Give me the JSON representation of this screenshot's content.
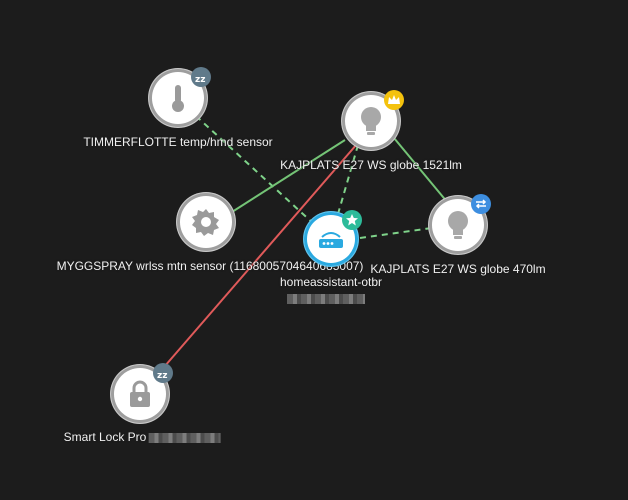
{
  "colors": {
    "background": "#1c1c1c",
    "edge_good": "#74c476",
    "edge_bad": "#e05a5a",
    "edge_secondary": "#7fd38a",
    "router_ring": "#2aa9e0",
    "crown_badge": "#f4c20d",
    "star_badge": "#2dbb9a",
    "route_badge": "#3d8ee0",
    "sleep_badge": "#607a8a"
  },
  "nodes": {
    "temp_sensor": {
      "label": "TIMMERFLOTTE temp/hmd sensor",
      "icon": "thermometer-icon",
      "badge": "sleep-zzz-icon"
    },
    "bulb_1521": {
      "label": "KAJPLATS E27 WS globe 1521lm",
      "icon": "lightbulb-icon",
      "badge": "crown-icon"
    },
    "motion_sensor": {
      "label": "MYGGSPRAY wrlss mtn sensor (1168005704640685007)",
      "icon": "motion-sensor-icon",
      "badge": ""
    },
    "router": {
      "label": "homeassistant-otbr",
      "sublabel_redacted": true,
      "icon": "router-icon",
      "badge": "star-icon"
    },
    "bulb_470": {
      "label": "KAJPLATS E27 WS globe 470lm",
      "icon": "lightbulb-icon",
      "badge": "route-arrows-icon"
    },
    "smart_lock": {
      "label": "Smart Lock Pro",
      "label_redacted_suffix": true,
      "icon": "lock-icon",
      "badge": "sleep-zzz-icon"
    }
  }
}
